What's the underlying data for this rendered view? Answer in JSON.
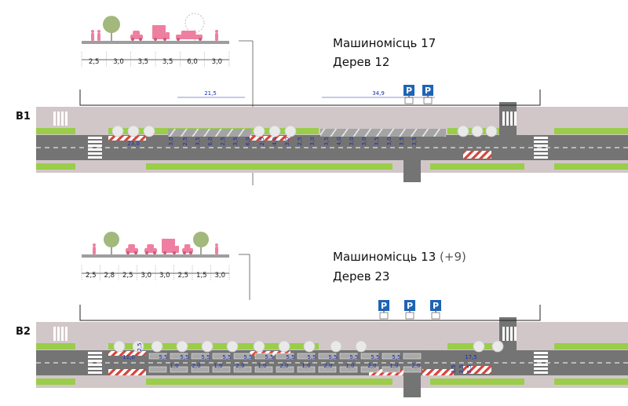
{
  "variants": [
    {
      "label": "B1",
      "stats": {
        "parking_label": "Машиномісць",
        "parking_count": "17",
        "parking_extra": "",
        "trees_label": "Дерев",
        "trees_count": "12"
      },
      "section_widths": [
        "2,5",
        "3,0",
        "3,5",
        "3,5",
        "6,0",
        "3,0"
      ],
      "dims": [
        "21,5",
        "34,9",
        "23,0",
        "3,0",
        "2,5",
        "3,5",
        "6,0",
        "2,5",
        "3,5",
        "6,0",
        "2,5",
        "4,0",
        "3,0",
        "2,5",
        "3,0",
        "3,5",
        "4,0",
        "3,0",
        "3,0",
        "3,5",
        "3,0",
        "3,5",
        "3,5"
      ],
      "parking_signs": [
        "P",
        "P"
      ]
    },
    {
      "label": "B2",
      "stats": {
        "parking_label": "Машиномісць",
        "parking_count": "13",
        "parking_extra": "(+9)",
        "trees_label": "Дерев",
        "trees_count": "23"
      },
      "section_widths": [
        "2,5",
        "2,8",
        "2,5",
        "3,0",
        "3,0",
        "2,5",
        "1,5",
        "3,0"
      ],
      "dims": [
        "11,0",
        "2,5",
        "5,5",
        "5,5",
        "5,5",
        "5,5",
        "5,5",
        "5,5",
        "5,5",
        "5,5",
        "5,5",
        "5,5",
        "5,5",
        "5,5",
        "17,5",
        "1,0",
        "2,0",
        "1,0",
        "2,0",
        "1,0",
        "2,0",
        "1,0",
        "2,0",
        "1,0",
        "2,0",
        "1,0",
        "2,0",
        "3,5",
        "3,5",
        "3,5"
      ],
      "parking_signs": [
        "P",
        "P",
        "P"
      ]
    }
  ],
  "colors": {
    "road": "#747474",
    "sidewalk": "#d2c7c8",
    "green": "#9acd4a",
    "tree": "#a3b87c",
    "car": "#ef7fa0",
    "sign": "#1f64b4",
    "dim": "#1a2eb0",
    "hatch": "#d6443a"
  },
  "icons": [
    "tree-icon",
    "pedestrian-icon",
    "car-icon",
    "truck-icon",
    "parking-sign-icon",
    "wheelchair-icon"
  ]
}
